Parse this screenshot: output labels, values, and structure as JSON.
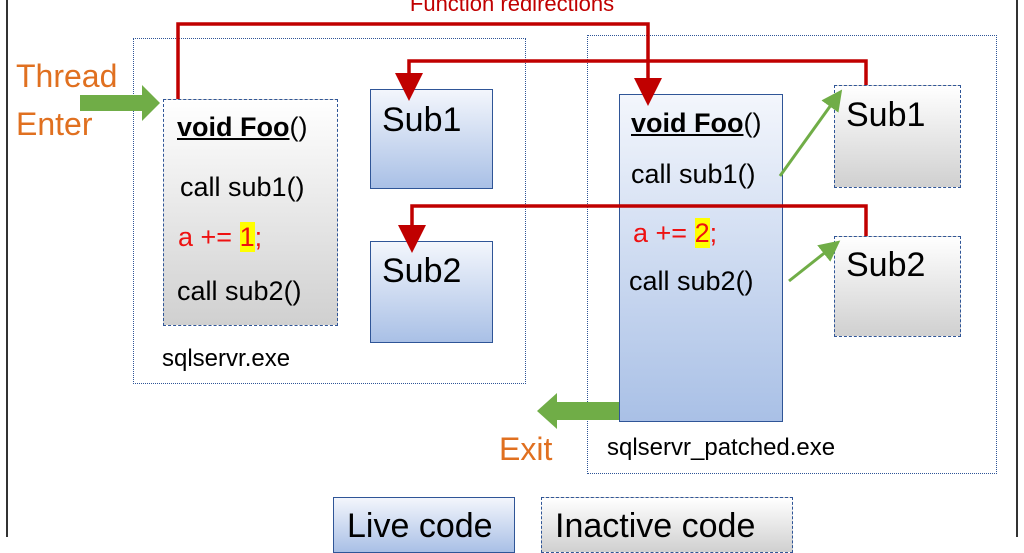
{
  "title": "Function redirections",
  "thread_enter": [
    "Thread",
    "Enter"
  ],
  "exit_label": "Exit",
  "left_module": {
    "name": "sqlservr.exe",
    "foo": {
      "keyword": "void Foo",
      "parens": "()",
      "call1": "call sub1()",
      "assign_prefix": "a += ",
      "assign_value": "1",
      "assign_suffix": ";",
      "call2": "call sub2()"
    },
    "sub1": "Sub1",
    "sub2": "Sub2"
  },
  "right_module": {
    "name": "sqlservr_patched.exe",
    "foo": {
      "keyword": "void Foo",
      "parens": "()",
      "call1": "call sub1()",
      "assign_prefix": "a += ",
      "assign_value": "2",
      "assign_suffix": ";",
      "call2": "call sub2()"
    },
    "sub1": "Sub1",
    "sub2": "Sub2"
  },
  "legend": {
    "live": "Live code",
    "inactive": "Inactive code"
  },
  "colors": {
    "redirect": "#c00000",
    "flow": "#70ad47",
    "label": "#e07020",
    "border": "#2f5597"
  }
}
